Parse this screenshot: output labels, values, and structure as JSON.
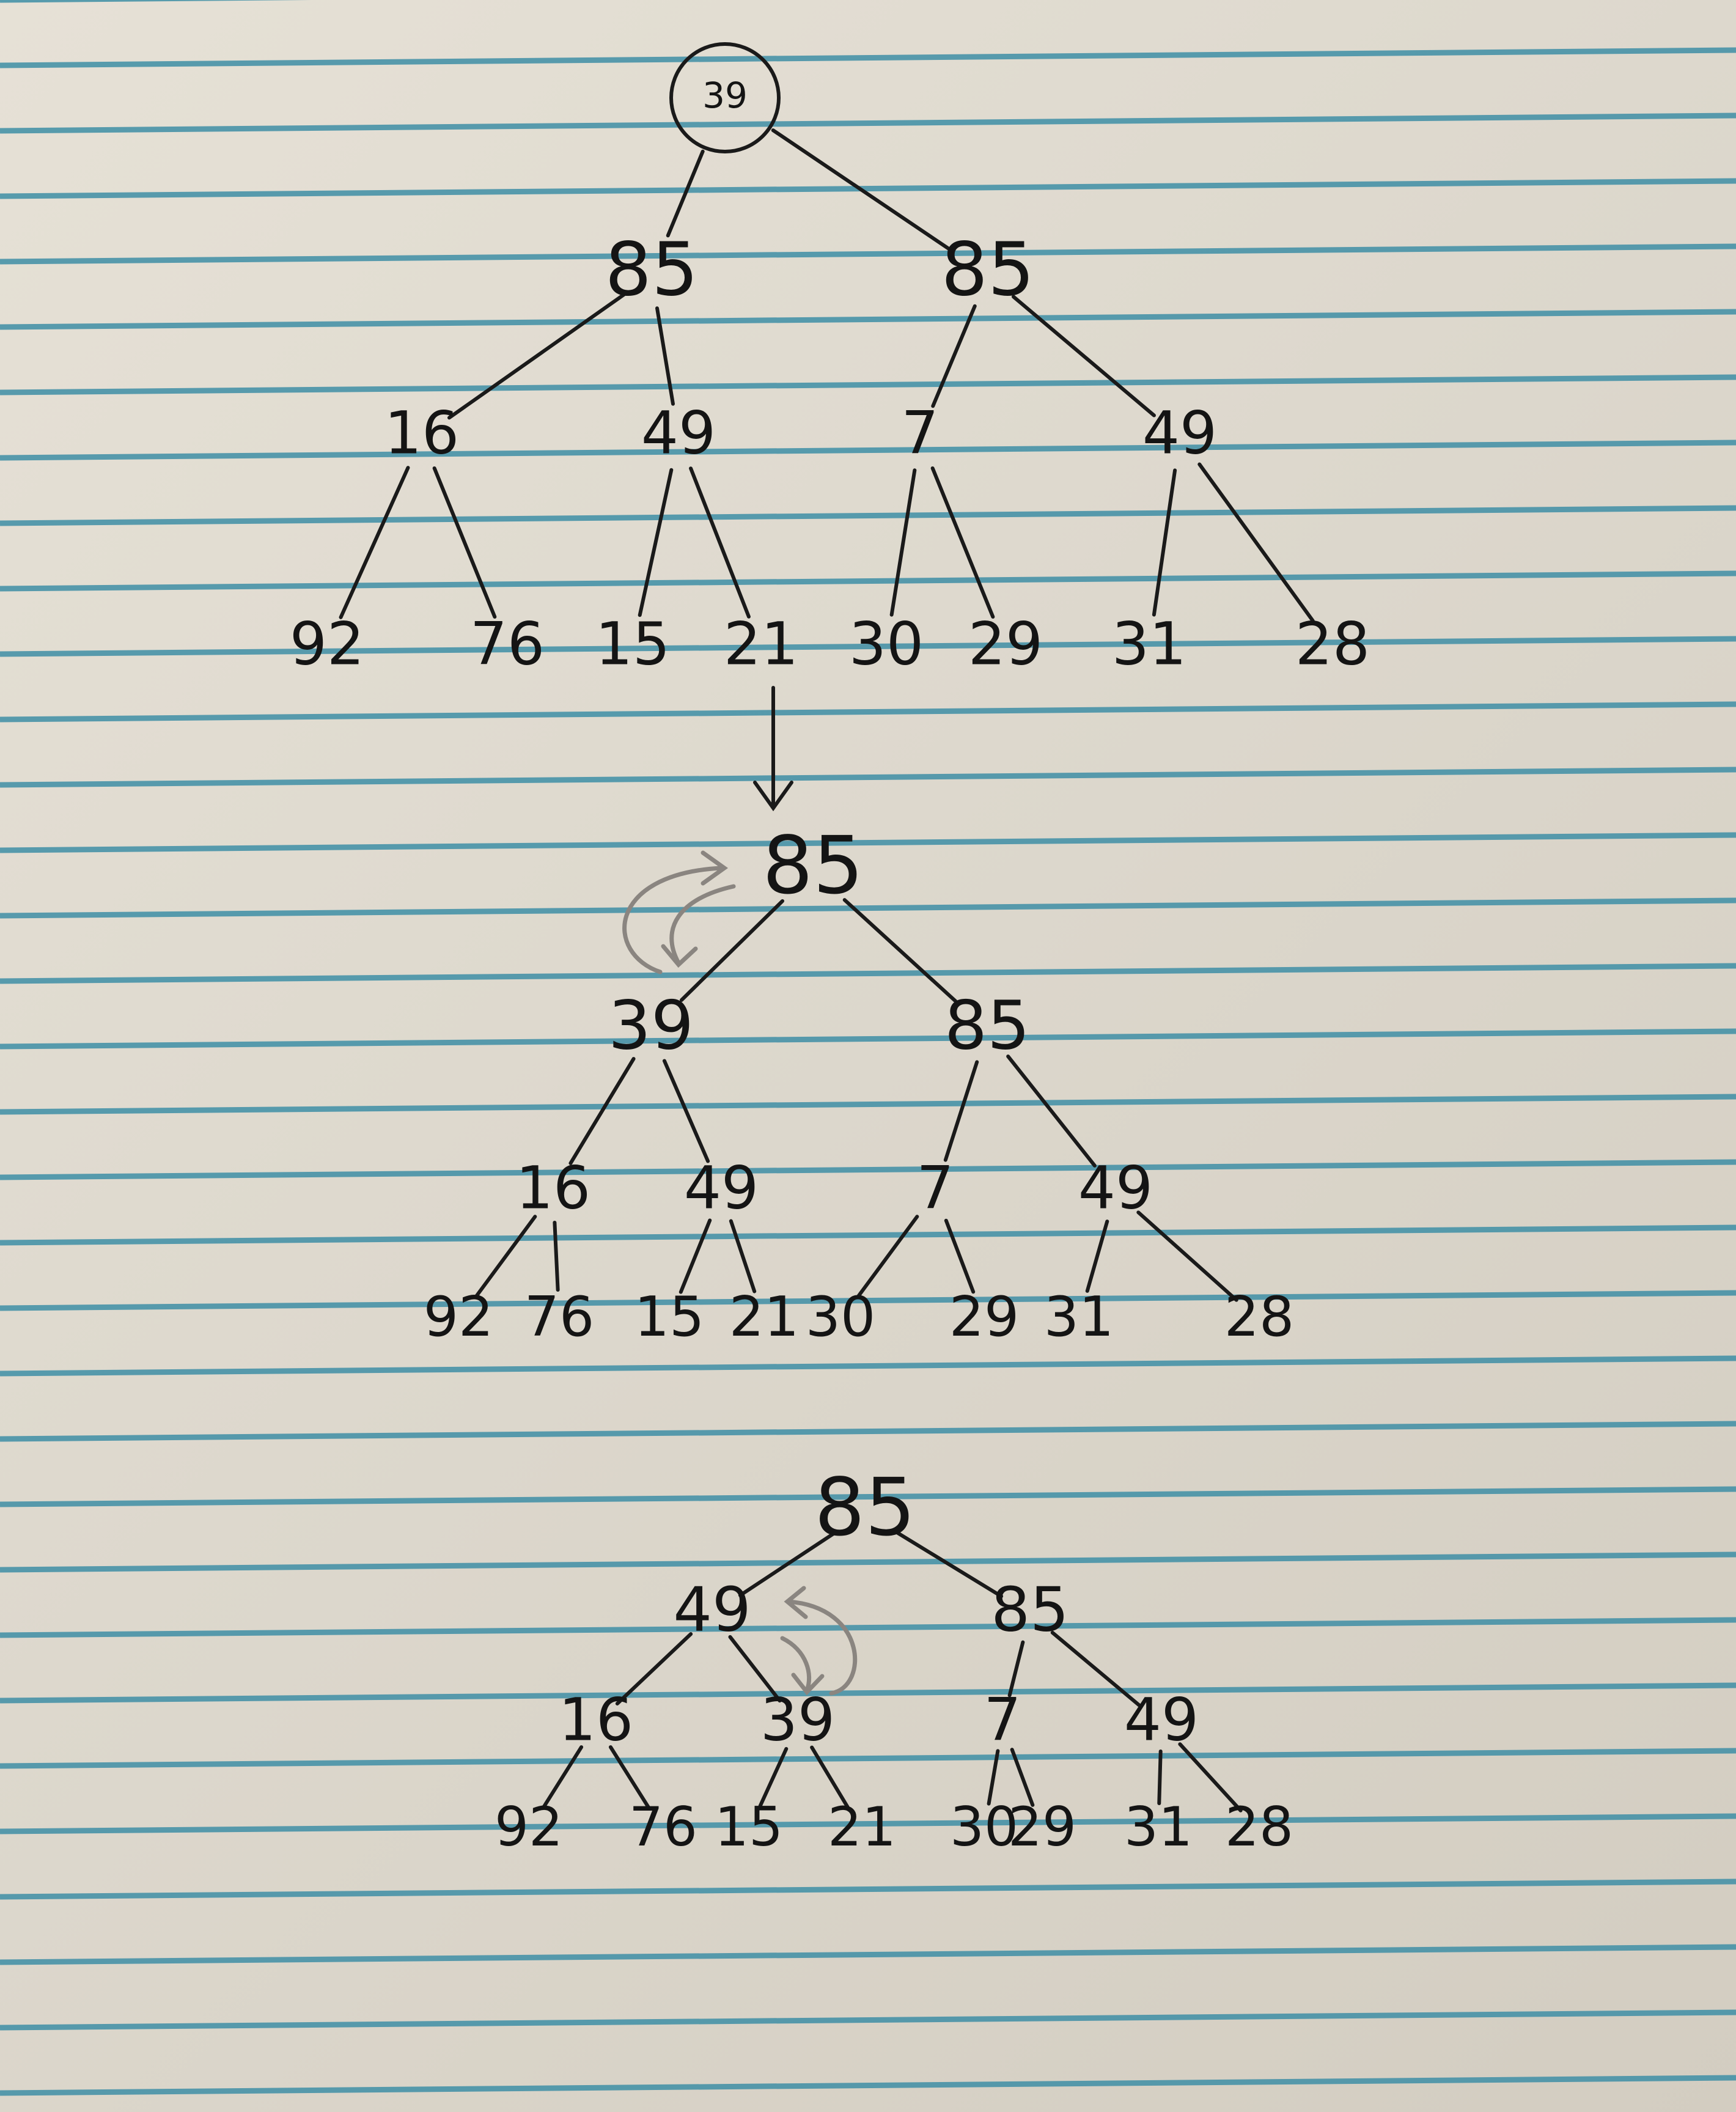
{
  "trees": [
    {
      "id": "tree-1",
      "root_circled": true,
      "levels": [
        [
          "39"
        ],
        [
          "85",
          "85"
        ],
        [
          "16",
          "49",
          "7",
          "49"
        ],
        [
          "92",
          "76",
          "15",
          "21",
          "30",
          "29",
          "31",
          "28"
        ]
      ]
    },
    {
      "id": "tree-2",
      "root_circled": false,
      "levels": [
        [
          "85"
        ],
        [
          "39",
          "85"
        ],
        [
          "16",
          "49",
          "7",
          "49"
        ],
        [
          "92",
          "76",
          "15",
          "21",
          "30",
          "29",
          "31",
          "28"
        ]
      ]
    },
    {
      "id": "tree-3",
      "root_circled": false,
      "levels": [
        [
          "85"
        ],
        [
          "49",
          "85"
        ],
        [
          "16",
          "39",
          "7",
          "49"
        ],
        [
          "92",
          "76",
          "15",
          "21",
          "30",
          "29",
          "31",
          "28"
        ]
      ]
    }
  ],
  "colors": {
    "ink": "#141414",
    "rule_lines": "#3f8fa6",
    "pencil_arrow": "#8a8580"
  }
}
